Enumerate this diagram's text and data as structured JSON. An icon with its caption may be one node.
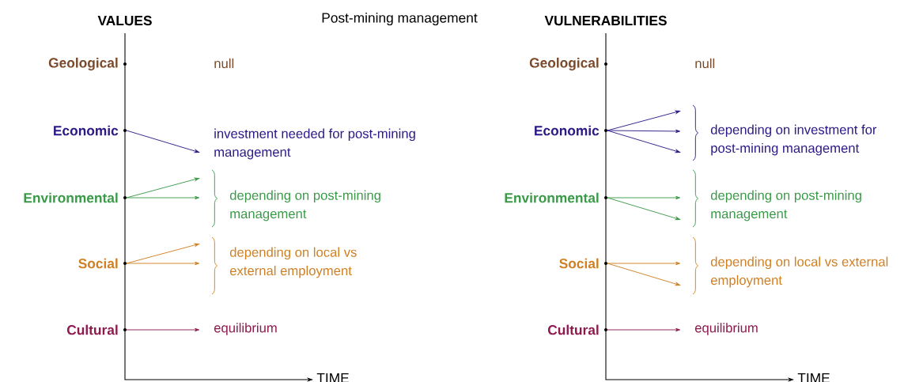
{
  "diagram": {
    "title": "Post-mining management",
    "nodes": [
      {
        "text": [
          "Geological"
        ]
      },
      {
        "text": [
          "null"
        ]
      },
      {
        "text": [
          "Economic"
        ]
      },
      {
        "text": [
          "investment needed for post-mining management"
        ]
      },
      {
        "text": [
          "Environmental"
        ]
      },
      {
        "text": [
          "depending on post-mining management"
        ]
      },
      {
        "text": [
          "Social"
        ]
      },
      {
        "text": [
          "depending on local vs external employment"
        ]
      },
      {
        "text": [
          "Cultural"
        ]
      },
      {
        "text": [
          "equilibrium"
        ]
      },
      {
        "text": [
          "Geological"
        ]
      },
      {
        "text": [
          "null"
        ]
      },
      {
        "text": [
          "Economic"
        ]
      },
      {
        "text": [
          "depending on investment for post-mining management"
        ]
      },
      {
        "text": [
          "Environmental"
        ]
      },
      {
        "text": [
          "depending on post-mining management"
        ]
      },
      {
        "text": [
          "Social"
        ]
      },
      {
        "text": [
          "depending on local vs external employment"
        ]
      },
      {
        "text": [
          "Cultural"
        ]
      },
      {
        "text": [
          "equilibrium"
        ]
      }
    ],
    "edges": [
      {
        "from": 2,
        "to": 3,
        "arrow": "to",
        "color": "#2e1a87"
      },
      {
        "from": 4,
        "to": 5,
        "arrow": "to",
        "color": "#3a9a48"
      },
      {
        "from": 4,
        "to": 5,
        "arrow": "to",
        "color": "#3a9a48"
      },
      {
        "from": 6,
        "to": 7,
        "arrow": "to",
        "color": "#d07f22"
      },
      {
        "from": 6,
        "to": 7,
        "arrow": "to",
        "color": "#d07f22"
      },
      {
        "from": 8,
        "to": 9,
        "arrow": "to",
        "color": "#8f1a4f"
      },
      {
        "from": 12,
        "to": 13,
        "arrow": "to",
        "color": "#2e1a87"
      },
      {
        "from": 12,
        "to": 13,
        "arrow": "to",
        "color": "#2e1a87"
      },
      {
        "from": 12,
        "to": 13,
        "arrow": "to",
        "color": "#2e1a87"
      },
      {
        "from": 14,
        "to": 15,
        "arrow": "to",
        "color": "#3a9a48"
      },
      {
        "from": 14,
        "to": 15,
        "arrow": "to",
        "color": "#3a9a48"
      },
      {
        "from": 16,
        "to": 17,
        "arrow": "to",
        "color": "#d07f22"
      },
      {
        "from": 16,
        "to": 17,
        "arrow": "to",
        "color": "#d07f22"
      },
      {
        "from": 18,
        "to": 19,
        "arrow": "to",
        "color": "#8f1a4f"
      }
    ],
    "labels": [
      "VALUES",
      "VULNERABILITIES",
      "TIME",
      "TIME"
    ]
  }
}
